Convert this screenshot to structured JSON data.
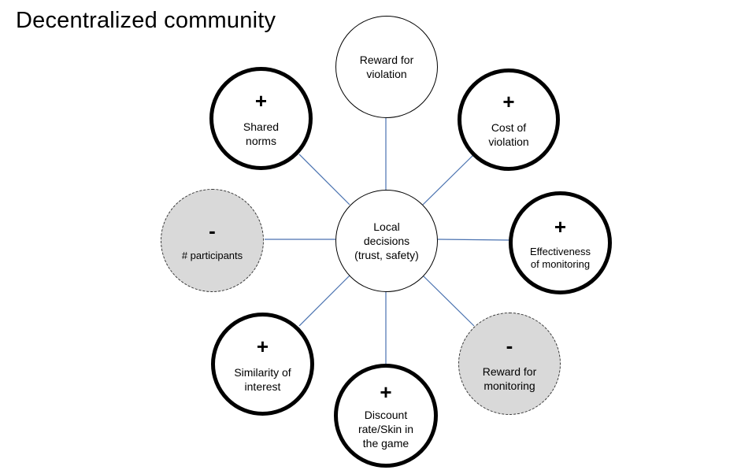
{
  "title": "Decentralized community",
  "center": {
    "label": "Local\ndecisions\n(trust, safety)"
  },
  "nodes": {
    "reward_violation": {
      "sign": "",
      "label": "Reward for\nviolation"
    },
    "cost_violation": {
      "sign": "+",
      "label": "Cost of\nviolation"
    },
    "effectiveness": {
      "sign": "+",
      "label": "Effectiveness\nof monitoring"
    },
    "reward_monitoring": {
      "sign": "-",
      "label": "Reward for\nmonitoring"
    },
    "discount": {
      "sign": "+",
      "label": "Discount\nrate/Skin in\nthe game"
    },
    "similarity": {
      "sign": "+",
      "label": "Similarity of\ninterest"
    },
    "participants": {
      "sign": "-",
      "label": "# participants"
    },
    "shared_norms": {
      "sign": "+",
      "label": "Shared\nnorms"
    }
  },
  "colors": {
    "link": "#4a72b0",
    "dashed_fill": "#d9d9d9"
  }
}
